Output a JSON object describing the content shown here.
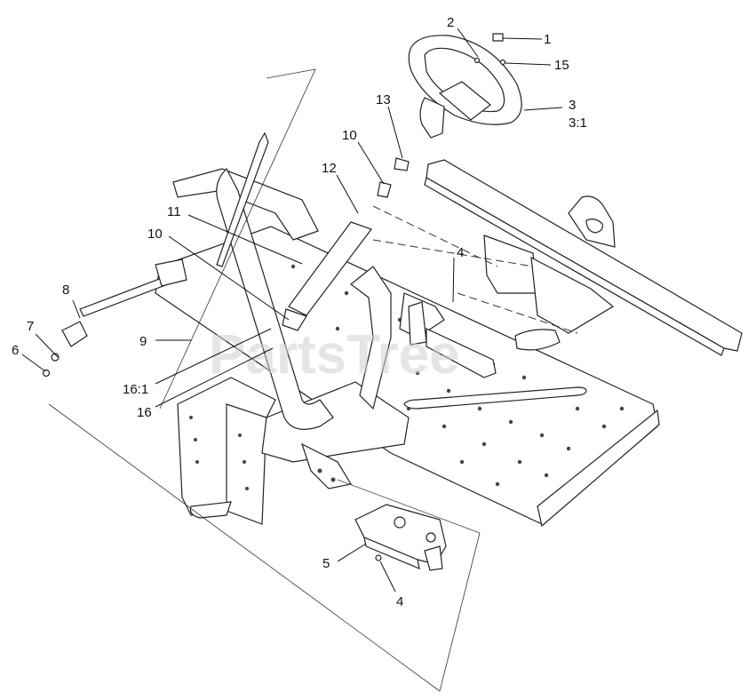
{
  "watermark": "PartsTree",
  "callouts": [
    {
      "id": "c1",
      "text": "1"
    },
    {
      "id": "c2",
      "text": "2"
    },
    {
      "id": "c15",
      "text": "15"
    },
    {
      "id": "c3",
      "text": "3"
    },
    {
      "id": "c3_1",
      "text": "3:1"
    },
    {
      "id": "c13",
      "text": "13"
    },
    {
      "id": "c10a",
      "text": "10"
    },
    {
      "id": "c12",
      "text": "12"
    },
    {
      "id": "c11",
      "text": "11"
    },
    {
      "id": "c10b",
      "text": "10"
    },
    {
      "id": "c4a",
      "text": "4"
    },
    {
      "id": "c8",
      "text": "8"
    },
    {
      "id": "c7",
      "text": "7"
    },
    {
      "id": "c6",
      "text": "6"
    },
    {
      "id": "c9",
      "text": "9"
    },
    {
      "id": "c16_1",
      "text": "16:1"
    },
    {
      "id": "c16",
      "text": "16"
    },
    {
      "id": "c5",
      "text": "5"
    },
    {
      "id": "c4b",
      "text": "4"
    }
  ]
}
